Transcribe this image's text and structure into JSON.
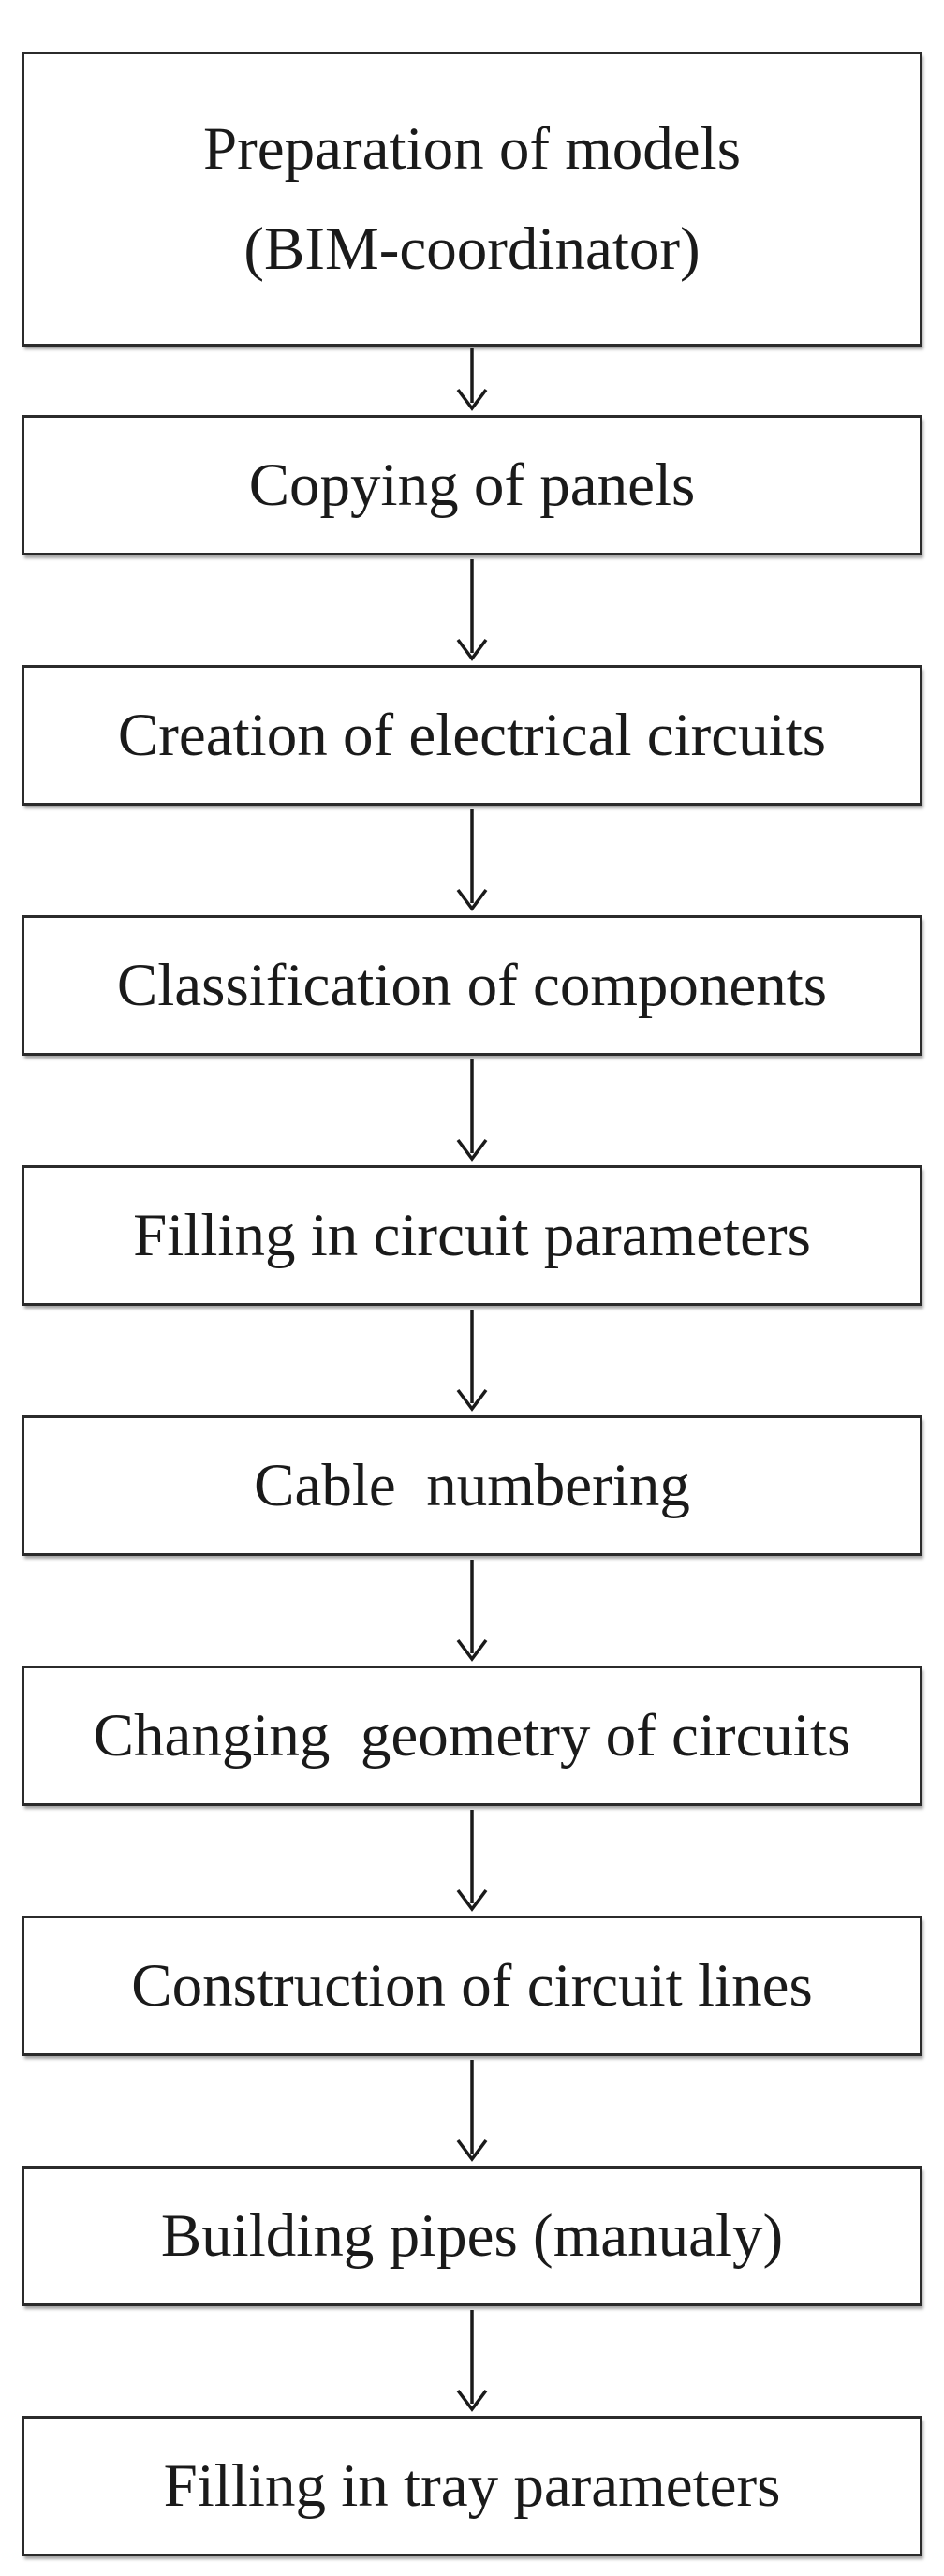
{
  "diagram": {
    "type": "flowchart",
    "direction": "top-to-bottom",
    "box_border_color": "#2b2b2b",
    "box_fill_color": "#ffffff",
    "text_color": "#1a1a1a",
    "arrow_color": "#1a1a1a",
    "steps": [
      {
        "lines": [
          "Preparation of models",
          "(BIM-coordinator)"
        ]
      },
      {
        "lines": [
          "Copying of panels"
        ]
      },
      {
        "lines": [
          "Creation of electrical circuits"
        ]
      },
      {
        "lines": [
          "Classification of components"
        ]
      },
      {
        "lines": [
          "Filling in circuit parameters"
        ]
      },
      {
        "lines": [
          "Cable  numbering"
        ]
      },
      {
        "lines": [
          "Changing  geometry of circuits"
        ]
      },
      {
        "lines": [
          "Construction of circuit lines"
        ]
      },
      {
        "lines": [
          "Building pipes (manualy)"
        ]
      },
      {
        "lines": [
          "Filling in tray parameters"
        ]
      }
    ]
  }
}
